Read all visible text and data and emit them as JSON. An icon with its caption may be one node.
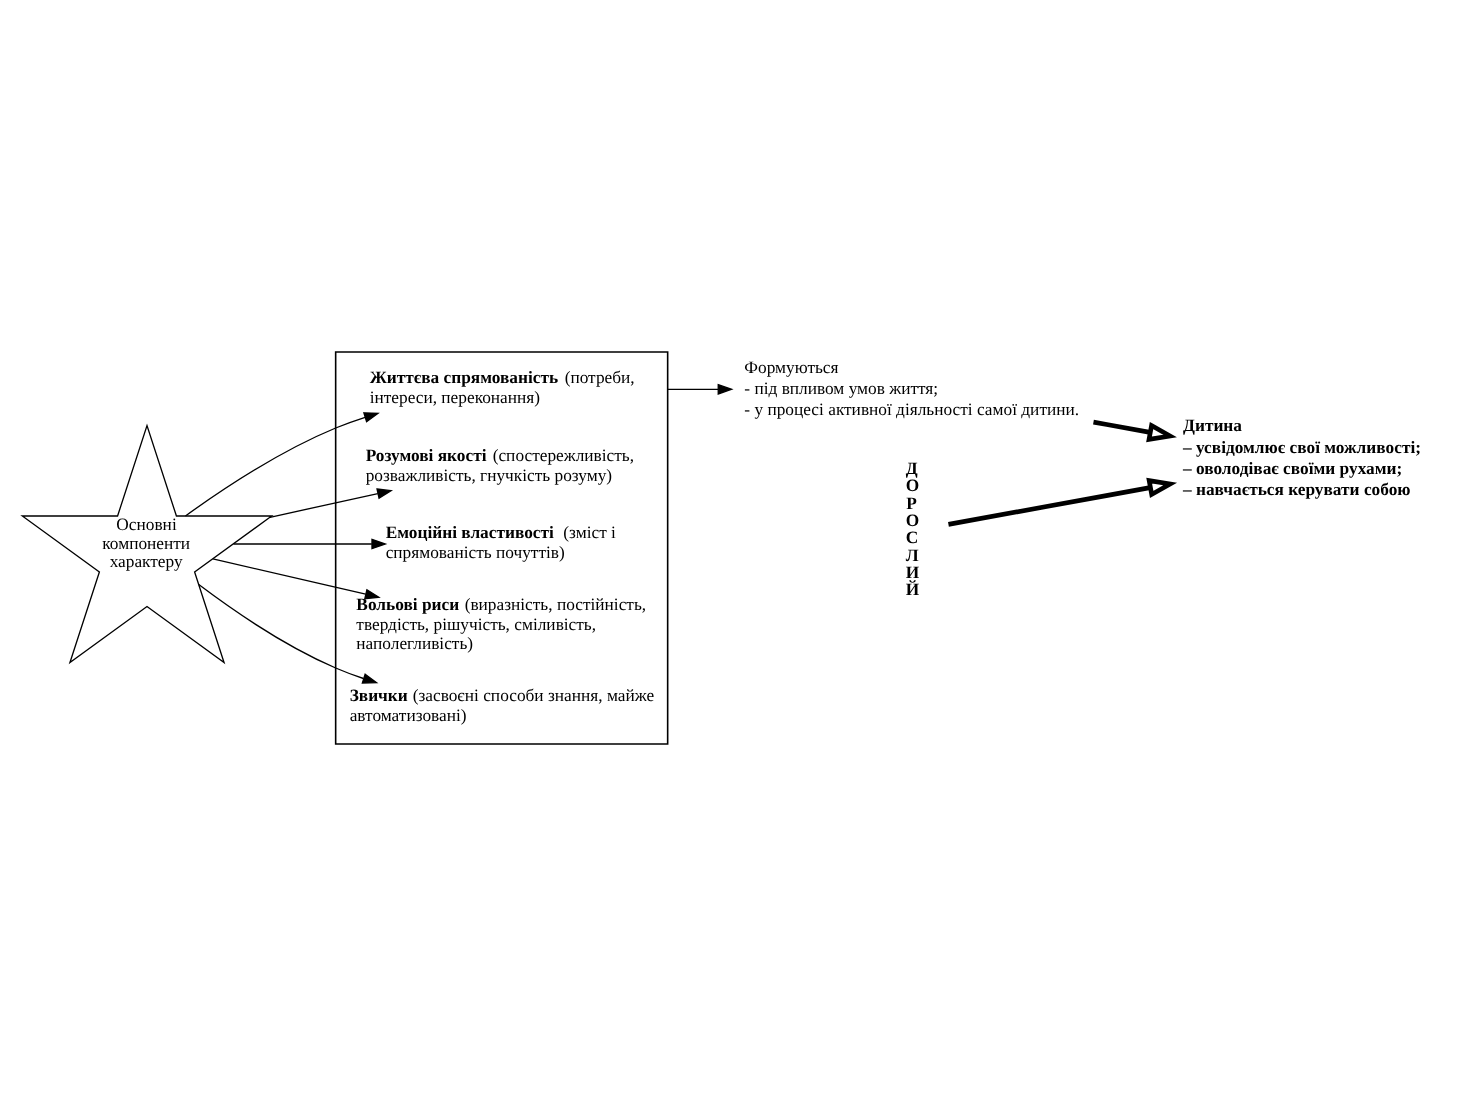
{
  "diagram": {
    "nodes": [
      {
        "text": [
          "Основні компоненти характеру"
        ]
      },
      {
        "text": [],
        "shape": "box"
      },
      {
        "text": [
          "**Життєва спрямованість** (потреби, інтереси, переконання)"
        ],
        "in": 1
      },
      {
        "text": [
          "**Розумові якості** (спостережливість, розважливість, гнучкість розуму)"
        ],
        "in": 1
      },
      {
        "text": [
          "**Емоційні властивості** (зміст і спрямованість почуттів)"
        ],
        "in": 1
      },
      {
        "text": [
          "**Вольові риси** (виразність, постійність, твердість, рішучість, сміливість, наполегливість)"
        ],
        "in": 1
      },
      {
        "text": [
          "**Звички** (засвоєні способи знання, майже автоматизовані)"
        ],
        "in": 1
      },
      {
        "text": [
          "Формуються",
          "- під впливом умов життя;",
          "- у процесі активної діяльності самої дитини."
        ]
      },
      {
        "text": [
          "ДОРОСЛИЙ"
        ]
      },
      {
        "text": [
          "Дитина",
          "– усвідомлює свої можливості;",
          "– оволодіває своїми рухами;",
          "– навчається керувати собою"
        ]
      }
    ],
    "edges": [
      {
        "from": 0,
        "to": 2,
        "arrow": "to"
      },
      {
        "from": 0,
        "to": 3,
        "arrow": "to"
      },
      {
        "from": 0,
        "to": 4,
        "arrow": "to"
      },
      {
        "from": 0,
        "to": 5,
        "arrow": "to"
      },
      {
        "from": 0,
        "to": 6,
        "arrow": "to"
      },
      {
        "from": 1,
        "to": 7,
        "arrow": "to"
      },
      {
        "from": 7,
        "to": 9,
        "arrow": "to",
        "style": "thick"
      },
      {
        "from": 8,
        "to": 9,
        "arrow": "to",
        "style": "thick"
      }
    ]
  }
}
